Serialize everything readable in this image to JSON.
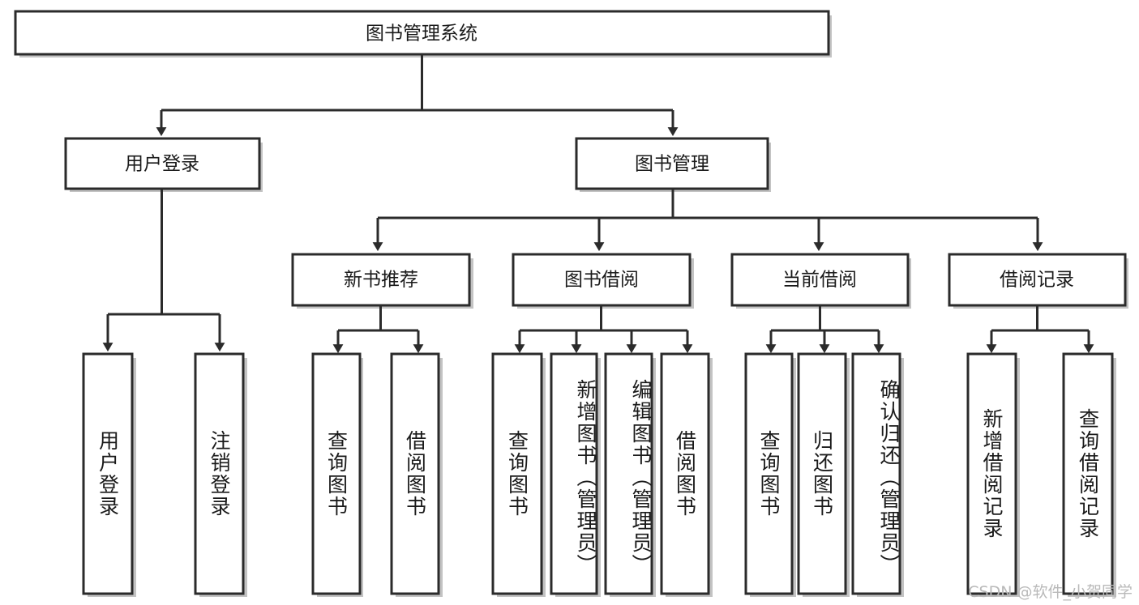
{
  "diagram": {
    "title_node": {
      "label": "图书管理系统"
    },
    "level1": [
      {
        "label": "用户登录"
      },
      {
        "label": "图书管理"
      }
    ],
    "level2": [
      {
        "label": "新书推荐"
      },
      {
        "label": "图书借阅"
      },
      {
        "label": "当前借阅"
      },
      {
        "label": "借阅记录"
      }
    ],
    "leaves": {
      "user_login": [
        {
          "label": "用户登录"
        },
        {
          "label": "注销登录"
        }
      ],
      "new_book_recommend": [
        {
          "label": "查询图书"
        },
        {
          "label": "借阅图书"
        }
      ],
      "book_borrow": [
        {
          "label": "查询图书"
        },
        {
          "label": "新增图书（管理员）"
        },
        {
          "label": "编辑图书（管理员）"
        },
        {
          "label": "借阅图书"
        }
      ],
      "current_borrow": [
        {
          "label": "查询图书"
        },
        {
          "label": "归还图书"
        },
        {
          "label": "确认归还（管理员）"
        }
      ],
      "borrow_record": [
        {
          "label": "新增借阅记录"
        },
        {
          "label": "查询借阅记录"
        }
      ]
    }
  },
  "watermark": {
    "text": "CSDN @软件_小贺同学"
  },
  "colors": {
    "box_stroke": "#2b2b2b",
    "box_fill": "#ffffff",
    "connector": "#2b2b2b",
    "text": "#1a1a1a",
    "watermark": "#b9b9b9",
    "background": "#ffffff"
  }
}
